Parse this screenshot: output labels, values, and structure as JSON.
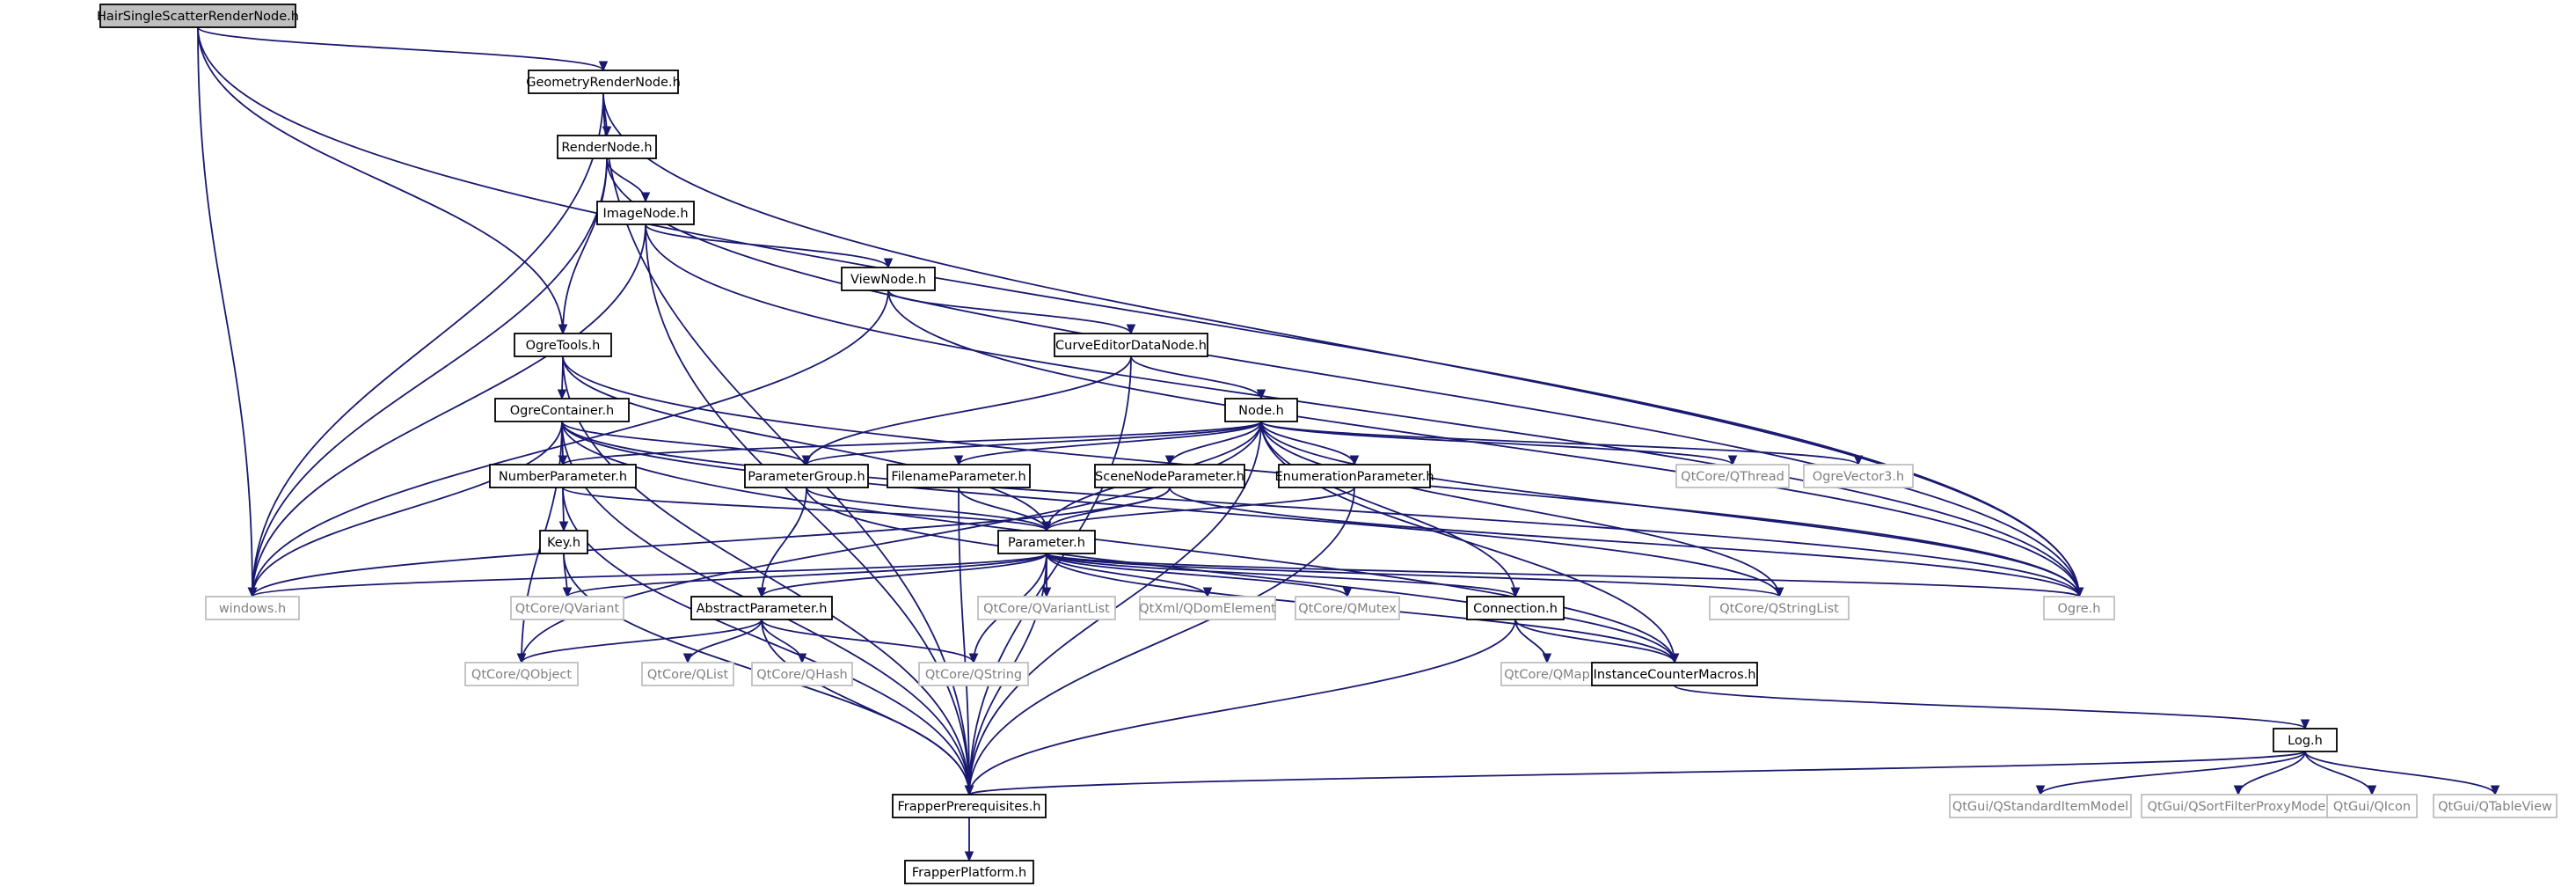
{
  "diagram": {
    "nodes": [
      {
        "id": "root",
        "label": "HairSingleScatterRenderNode.h",
        "kind": "root"
      },
      {
        "id": "geometry",
        "label": "GeometryRenderNode.h",
        "kind": "doc"
      },
      {
        "id": "render",
        "label": "RenderNode.h",
        "kind": "doc"
      },
      {
        "id": "image",
        "label": "ImageNode.h",
        "kind": "doc"
      },
      {
        "id": "view",
        "label": "ViewNode.h",
        "kind": "doc"
      },
      {
        "id": "ogretools",
        "label": "OgreTools.h",
        "kind": "doc"
      },
      {
        "id": "curveeditor",
        "label": "CurveEditorDataNode.h",
        "kind": "doc"
      },
      {
        "id": "ogrecontainer",
        "label": "OgreContainer.h",
        "kind": "doc"
      },
      {
        "id": "node",
        "label": "Node.h",
        "kind": "doc"
      },
      {
        "id": "numberparam",
        "label": "NumberParameter.h",
        "kind": "doc"
      },
      {
        "id": "paramgroup",
        "label": "ParameterGroup.h",
        "kind": "doc"
      },
      {
        "id": "filenameparam",
        "label": "FilenameParameter.h",
        "kind": "doc"
      },
      {
        "id": "scenenodeparam",
        "label": "SceneNodeParameter.h",
        "kind": "doc"
      },
      {
        "id": "enumparam",
        "label": "EnumerationParameter.h",
        "kind": "doc"
      },
      {
        "id": "qthread",
        "label": "QtCore/QThread",
        "kind": "ext"
      },
      {
        "id": "ogrevector3",
        "label": "OgreVector3.h",
        "kind": "ext"
      },
      {
        "id": "key",
        "label": "Key.h",
        "kind": "doc"
      },
      {
        "id": "parameter",
        "label": "Parameter.h",
        "kind": "doc"
      },
      {
        "id": "windows",
        "label": "windows.h",
        "kind": "ext"
      },
      {
        "id": "qvariant",
        "label": "QtCore/QVariant",
        "kind": "ext"
      },
      {
        "id": "abstractparam",
        "label": "AbstractParameter.h",
        "kind": "doc"
      },
      {
        "id": "qvariantlist",
        "label": "QtCore/QVariantList",
        "kind": "ext"
      },
      {
        "id": "qdomelement",
        "label": "QtXml/QDomElement",
        "kind": "ext"
      },
      {
        "id": "qmutex",
        "label": "QtCore/QMutex",
        "kind": "ext"
      },
      {
        "id": "connection",
        "label": "Connection.h",
        "kind": "doc"
      },
      {
        "id": "qstringlist",
        "label": "QtCore/QStringList",
        "kind": "ext"
      },
      {
        "id": "ogre",
        "label": "Ogre.h",
        "kind": "ext"
      },
      {
        "id": "qobject",
        "label": "QtCore/QObject",
        "kind": "ext"
      },
      {
        "id": "qlist",
        "label": "QtCore/QList",
        "kind": "ext"
      },
      {
        "id": "qhash",
        "label": "QtCore/QHash",
        "kind": "ext"
      },
      {
        "id": "qstring",
        "label": "QtCore/QString",
        "kind": "ext"
      },
      {
        "id": "qmap",
        "label": "QtCore/QMap",
        "kind": "ext"
      },
      {
        "id": "instancecounter",
        "label": "InstanceCounterMacros.h",
        "kind": "doc"
      },
      {
        "id": "log",
        "label": "Log.h",
        "kind": "doc"
      },
      {
        "id": "frapperprereq",
        "label": "FrapperPrerequisites.h",
        "kind": "doc"
      },
      {
        "id": "qstandarditemmodel",
        "label": "QtGui/QStandardItemModel",
        "kind": "ext"
      },
      {
        "id": "qsortfilterproxymodel",
        "label": "QtGui/QSortFilterProxyModel",
        "kind": "ext"
      },
      {
        "id": "qicon",
        "label": "QtGui/QIcon",
        "kind": "ext"
      },
      {
        "id": "qtableview",
        "label": "QtGui/QTableView",
        "kind": "ext"
      },
      {
        "id": "frapperplatform",
        "label": "FrapperPlatform.h",
        "kind": "doc"
      }
    ],
    "edges": [
      [
        "root",
        "geometry"
      ],
      [
        "root",
        "ogretools"
      ],
      [
        "root",
        "windows"
      ],
      [
        "root",
        "ogre"
      ],
      [
        "geometry",
        "render"
      ],
      [
        "geometry",
        "windows"
      ],
      [
        "geometry",
        "ogre"
      ],
      [
        "geometry",
        "frapperprereq"
      ],
      [
        "render",
        "image"
      ],
      [
        "render",
        "ogretools"
      ],
      [
        "render",
        "windows"
      ],
      [
        "render",
        "ogre"
      ],
      [
        "image",
        "view"
      ],
      [
        "image",
        "windows"
      ],
      [
        "image",
        "ogre"
      ],
      [
        "image",
        "frapperprereq"
      ],
      [
        "view",
        "curveeditor"
      ],
      [
        "view",
        "windows"
      ],
      [
        "view",
        "ogre"
      ],
      [
        "ogretools",
        "ogrecontainer"
      ],
      [
        "ogretools",
        "parameter"
      ],
      [
        "ogretools",
        "frapperprereq"
      ],
      [
        "ogretools",
        "ogre"
      ],
      [
        "curveeditor",
        "node"
      ],
      [
        "curveeditor",
        "paramgroup"
      ],
      [
        "curveeditor",
        "frapperprereq"
      ],
      [
        "ogrecontainer",
        "numberparam"
      ],
      [
        "ogrecontainer",
        "paramgroup"
      ],
      [
        "ogrecontainer",
        "windows"
      ],
      [
        "ogrecontainer",
        "qobject"
      ],
      [
        "ogrecontainer",
        "frapperprereq"
      ],
      [
        "ogrecontainer",
        "instancecounter"
      ],
      [
        "ogrecontainer",
        "ogre"
      ],
      [
        "ogrecontainer",
        "qstringlist"
      ],
      [
        "node",
        "numberparam"
      ],
      [
        "node",
        "paramgroup"
      ],
      [
        "node",
        "filenameparam"
      ],
      [
        "node",
        "scenenodeparam"
      ],
      [
        "node",
        "enumparam"
      ],
      [
        "node",
        "qthread"
      ],
      [
        "node",
        "ogrevector3"
      ],
      [
        "node",
        "parameter"
      ],
      [
        "node",
        "connection"
      ],
      [
        "node",
        "qobject"
      ],
      [
        "node",
        "instancecounter"
      ],
      [
        "node",
        "frapperprereq"
      ],
      [
        "node",
        "ogre"
      ],
      [
        "node",
        "qstringlist"
      ],
      [
        "numberparam",
        "key"
      ],
      [
        "numberparam",
        "parameter"
      ],
      [
        "numberparam",
        "frapperprereq"
      ],
      [
        "paramgroup",
        "parameter"
      ],
      [
        "paramgroup",
        "abstractparam"
      ],
      [
        "paramgroup",
        "instancecounter"
      ],
      [
        "filenameparam",
        "parameter"
      ],
      [
        "filenameparam",
        "frapperprereq"
      ],
      [
        "scenenodeparam",
        "parameter"
      ],
      [
        "scenenodeparam",
        "windows"
      ],
      [
        "scenenodeparam",
        "ogre"
      ],
      [
        "enumparam",
        "parameter"
      ],
      [
        "enumparam",
        "frapperprereq"
      ],
      [
        "key",
        "qvariant"
      ],
      [
        "key",
        "frapperprereq"
      ],
      [
        "parameter",
        "windows"
      ],
      [
        "parameter",
        "qvariant"
      ],
      [
        "parameter",
        "abstractparam"
      ],
      [
        "parameter",
        "qvariantlist"
      ],
      [
        "parameter",
        "qdomelement"
      ],
      [
        "parameter",
        "qmutex"
      ],
      [
        "parameter",
        "connection"
      ],
      [
        "parameter",
        "qstringlist"
      ],
      [
        "parameter",
        "ogre"
      ],
      [
        "parameter",
        "qstring"
      ],
      [
        "parameter",
        "frapperprereq"
      ],
      [
        "parameter",
        "instancecounter"
      ],
      [
        "abstractparam",
        "qobject"
      ],
      [
        "abstractparam",
        "qlist"
      ],
      [
        "abstractparam",
        "qhash"
      ],
      [
        "abstractparam",
        "qstring"
      ],
      [
        "abstractparam",
        "frapperprereq"
      ],
      [
        "connection",
        "qmap"
      ],
      [
        "connection",
        "instancecounter"
      ],
      [
        "connection",
        "frapperprereq"
      ],
      [
        "instancecounter",
        "log"
      ],
      [
        "log",
        "frapperprereq"
      ],
      [
        "log",
        "qstandarditemmodel"
      ],
      [
        "log",
        "qsortfilterproxymodel"
      ],
      [
        "log",
        "qicon"
      ],
      [
        "log",
        "qtableview"
      ],
      [
        "frapperprereq",
        "frapperplatform"
      ]
    ]
  }
}
